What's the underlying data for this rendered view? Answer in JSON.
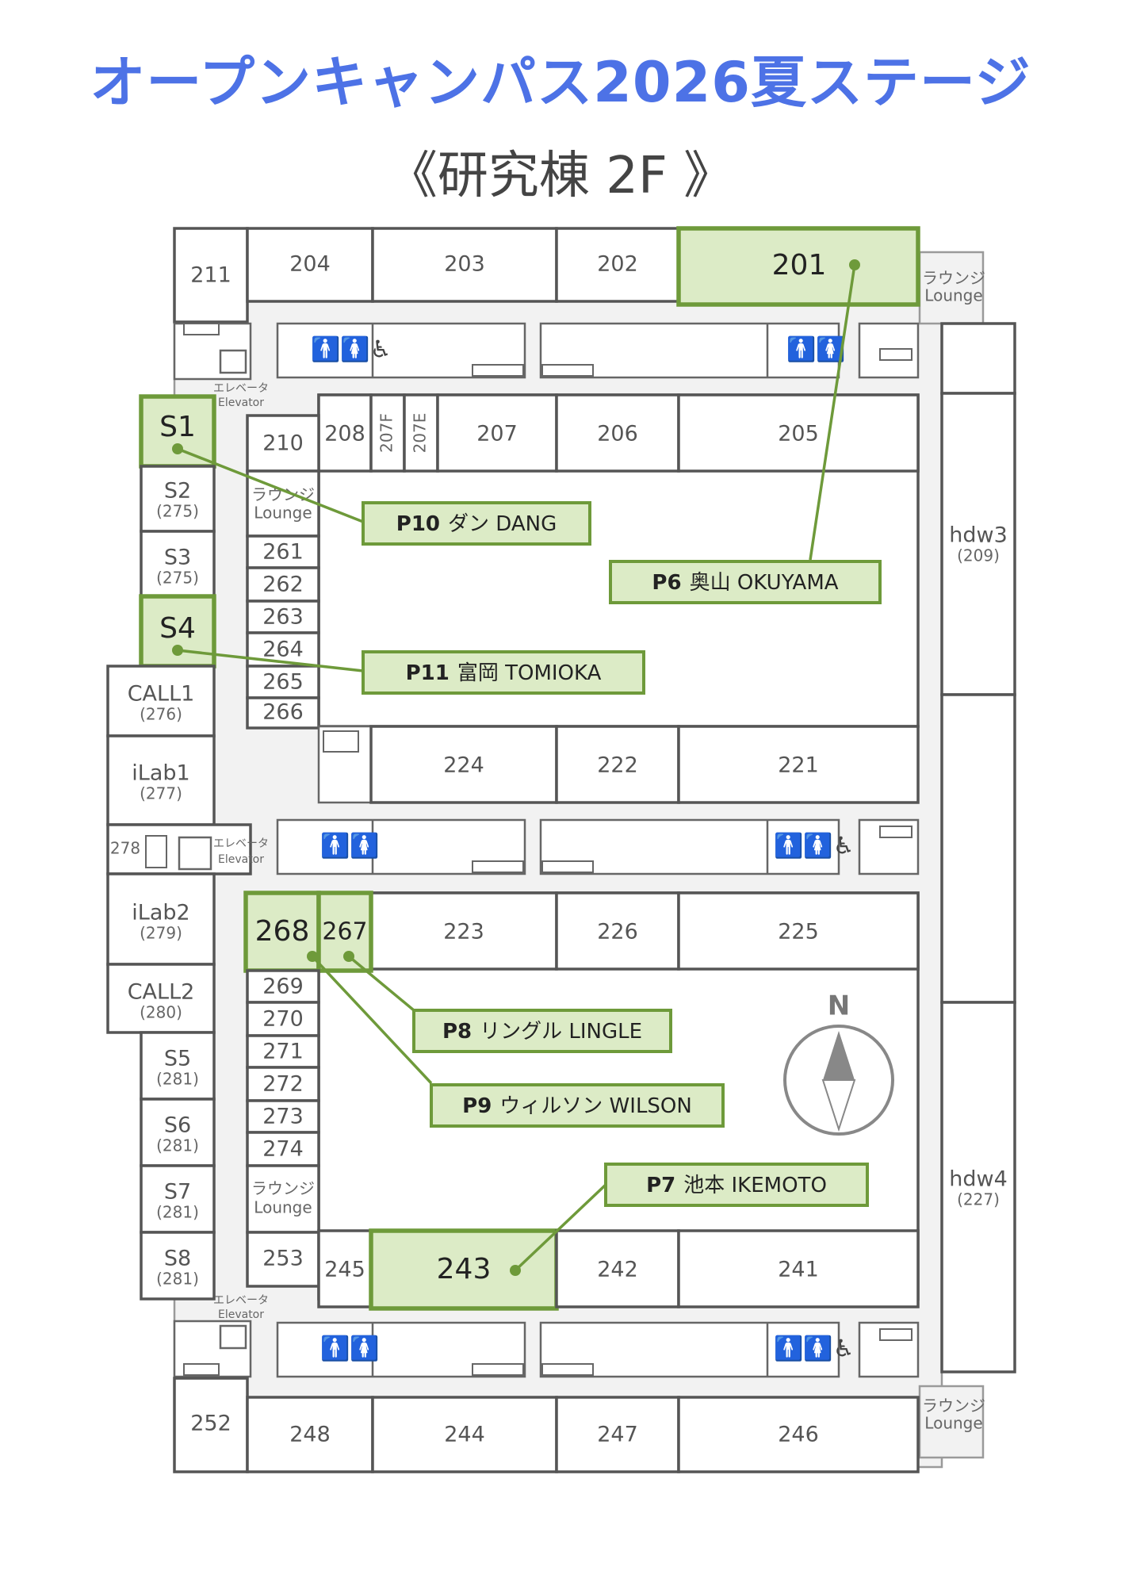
{
  "title": "オープンキャンパス2026夏ステージ",
  "subtitle": "《研究棟 2F 》",
  "rooms": {
    "r211": "211",
    "r204": "204",
    "r203": "203",
    "r202": "202",
    "r201": "201",
    "r208": "208",
    "r207f": "207F",
    "r207e": "207E",
    "r207": "207",
    "r206": "206",
    "r205": "205",
    "r210": "210",
    "r261": "261",
    "r262": "262",
    "r263": "263",
    "r264": "264",
    "r265": "265",
    "r266": "266",
    "r224": "224",
    "r222": "222",
    "r221": "221",
    "r268": "268",
    "r267": "267",
    "r223": "223",
    "r226": "226",
    "r225": "225",
    "r269": "269",
    "r270": "270",
    "r271": "271",
    "r272": "272",
    "r273": "273",
    "r274": "274",
    "r253": "253",
    "r245": "245",
    "r243": "243",
    "r242": "242",
    "r241": "241",
    "r252": "252",
    "r248": "248",
    "r244": "244",
    "r247": "247",
    "r246": "246",
    "r278": "278",
    "s1": "S1",
    "s2": "S2",
    "s2sub": "(275)",
    "s3": "S3",
    "s3sub": "(275)",
    "s4": "S4",
    "call1": "CALL1",
    "call1sub": "(276)",
    "ilab1": "iLab1",
    "ilab1sub": "(277)",
    "ilab2": "iLab2",
    "ilab2sub": "(279)",
    "call2": "CALL2",
    "call2sub": "(280)",
    "s5": "S5",
    "s5sub": "(281)",
    "s6": "S6",
    "s6sub": "(281)",
    "s7": "S7",
    "s7sub": "(281)",
    "s8": "S8",
    "s8sub": "(281)",
    "hdw3": "hdw3",
    "hdw3sub": "(209)",
    "hdw4": "hdw4",
    "hdw4sub": "(227)"
  },
  "lounge_ja": "ラウンジ",
  "lounge_en": "Lounge",
  "elevator_ja": "エレベータ",
  "elevator_en": "Elevator",
  "toilet_mf": "🚹🚺",
  "toilet_mfa": "🚹🚺♿",
  "compass_n": "N",
  "stages": [
    {
      "id": "P10",
      "name": "ダン DANG"
    },
    {
      "id": "P6",
      "name": "奥山 OKUYAMA"
    },
    {
      "id": "P11",
      "name": "富岡 TOMIOKA"
    },
    {
      "id": "P8",
      "name": "リングル LINGLE"
    },
    {
      "id": "P9",
      "name": "ウィルソン WILSON"
    },
    {
      "id": "P7",
      "name": "池本 IKEMOTO"
    }
  ],
  "colors": {
    "title": "#4d72e6",
    "highlight_fill": "#dcebc6",
    "highlight_stroke": "#6e9a3a"
  }
}
